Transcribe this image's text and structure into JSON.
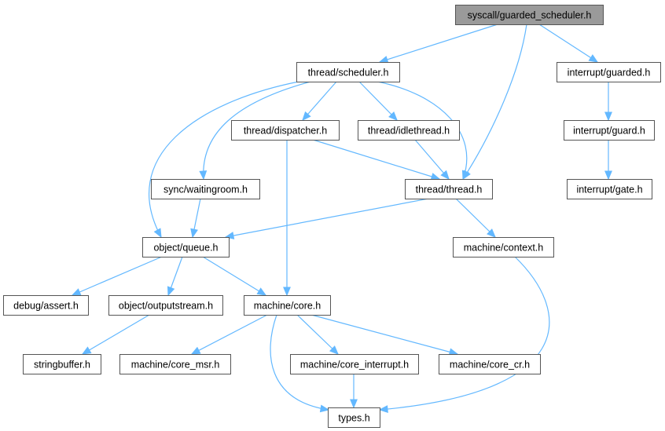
{
  "graph": {
    "nodes": [
      {
        "id": "guarded_scheduler",
        "label": "syscall/guarded_scheduler.h",
        "root": true
      },
      {
        "id": "scheduler",
        "label": "thread/scheduler.h"
      },
      {
        "id": "guarded",
        "label": "interrupt/guarded.h"
      },
      {
        "id": "dispatcher",
        "label": "thread/dispatcher.h"
      },
      {
        "id": "idlethread",
        "label": "thread/idlethread.h"
      },
      {
        "id": "guard",
        "label": "interrupt/guard.h"
      },
      {
        "id": "waitingroom",
        "label": "sync/waitingroom.h"
      },
      {
        "id": "thread",
        "label": "thread/thread.h"
      },
      {
        "id": "gate",
        "label": "interrupt/gate.h"
      },
      {
        "id": "queue",
        "label": "object/queue.h"
      },
      {
        "id": "context",
        "label": "machine/context.h"
      },
      {
        "id": "assert",
        "label": "debug/assert.h"
      },
      {
        "id": "outputstream",
        "label": "object/outputstream.h"
      },
      {
        "id": "core",
        "label": "machine/core.h"
      },
      {
        "id": "stringbuffer",
        "label": "stringbuffer.h"
      },
      {
        "id": "core_msr",
        "label": "machine/core_msr.h"
      },
      {
        "id": "core_interrupt",
        "label": "machine/core_interrupt.h"
      },
      {
        "id": "core_cr",
        "label": "machine/core_cr.h"
      },
      {
        "id": "types",
        "label": "types.h"
      }
    ],
    "edges": [
      [
        "guarded_scheduler",
        "scheduler"
      ],
      [
        "guarded_scheduler",
        "thread"
      ],
      [
        "guarded_scheduler",
        "guarded"
      ],
      [
        "scheduler",
        "dispatcher"
      ],
      [
        "scheduler",
        "idlethread"
      ],
      [
        "scheduler",
        "thread"
      ],
      [
        "scheduler",
        "waitingroom"
      ],
      [
        "scheduler",
        "queue"
      ],
      [
        "guarded",
        "guard"
      ],
      [
        "guard",
        "gate"
      ],
      [
        "dispatcher",
        "thread"
      ],
      [
        "dispatcher",
        "core"
      ],
      [
        "idlethread",
        "thread"
      ],
      [
        "waitingroom",
        "queue"
      ],
      [
        "thread",
        "queue"
      ],
      [
        "thread",
        "context"
      ],
      [
        "queue",
        "assert"
      ],
      [
        "queue",
        "outputstream"
      ],
      [
        "queue",
        "core"
      ],
      [
        "context",
        "types"
      ],
      [
        "outputstream",
        "stringbuffer"
      ],
      [
        "core",
        "core_msr"
      ],
      [
        "core",
        "core_interrupt"
      ],
      [
        "core",
        "core_cr"
      ],
      [
        "core",
        "types"
      ],
      [
        "core_interrupt",
        "types"
      ]
    ]
  }
}
